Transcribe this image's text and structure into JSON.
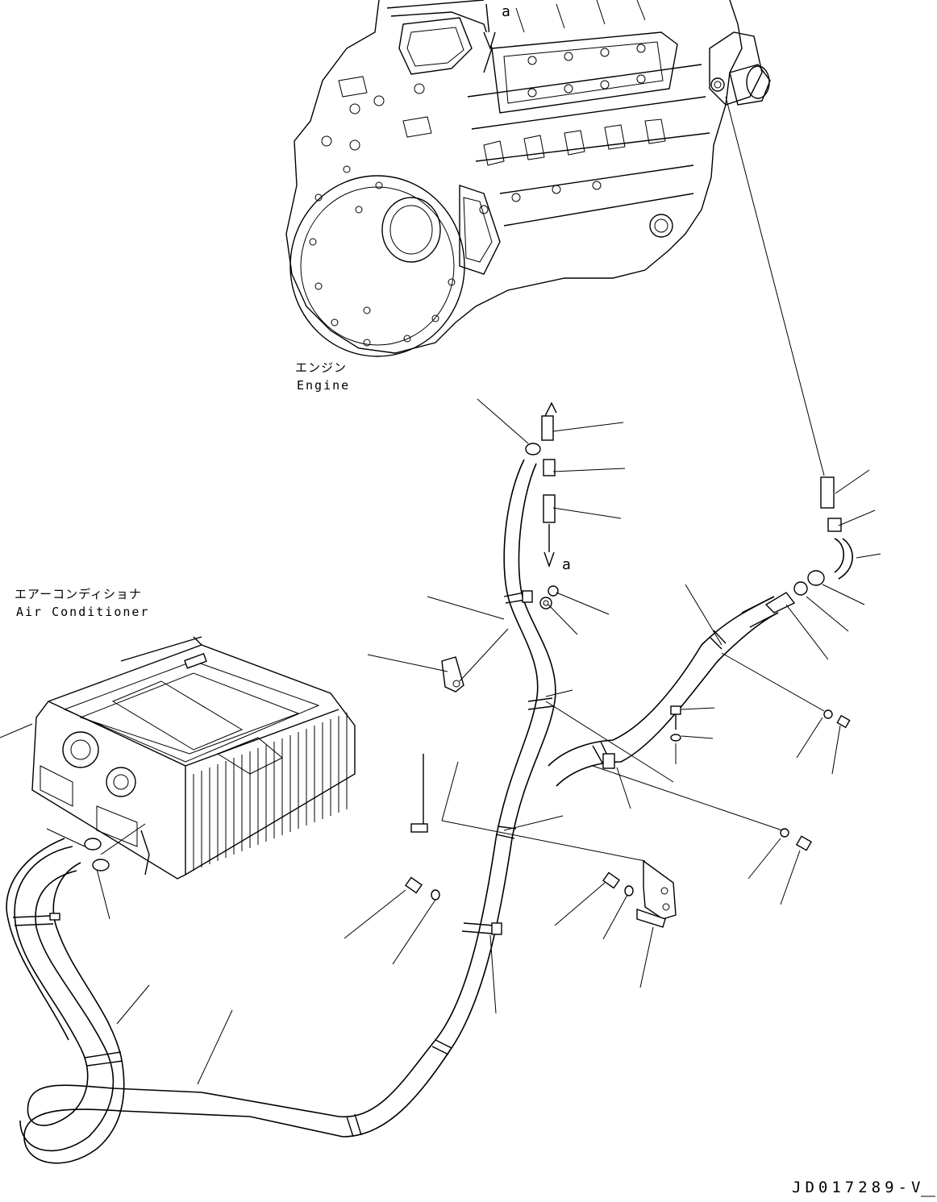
{
  "labels": {
    "engine_jp": "エンジン",
    "engine_en": "Engine",
    "aircon_jp": "エアーコンディショナ",
    "aircon_en": "Air Conditioner",
    "view_a_top": "a",
    "view_a_mid": "a",
    "drawing_code": "JD017289-V"
  },
  "icons": {
    "engine": "engine-assembly-icon",
    "aircon": "air-conditioner-unit-icon"
  }
}
